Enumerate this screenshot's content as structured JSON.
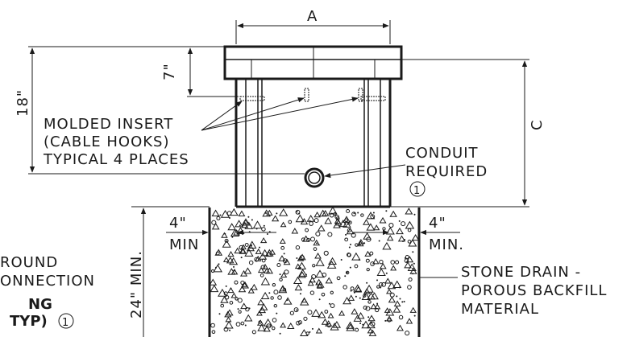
{
  "labels": {
    "dim_a": "A",
    "dim_c": "C",
    "dim_7": "7\"",
    "dim_18": "18\"",
    "dim_24": "24\" MIN.",
    "dim_4_left": "4\"",
    "min_left": "MIN",
    "dim_4_right": "4\"",
    "min_right": "MIN.",
    "insert_1": "MOLDED INSERT",
    "insert_2": "(CABLE HOOKS)",
    "insert_3": "TYPICAL 4 PLACES",
    "conduit_1": "CONDUIT",
    "conduit_2": "REQUIRED",
    "conduit_note": "1",
    "ground_1": "ROUND",
    "ground_2": "ONNECTION",
    "bold_1": "NG",
    "bold_2": "TYP)",
    "bold_note": "1",
    "stone_1": "STONE DRAIN -",
    "stone_2": "POROUS BACKFILL",
    "stone_3": "MATERIAL"
  }
}
